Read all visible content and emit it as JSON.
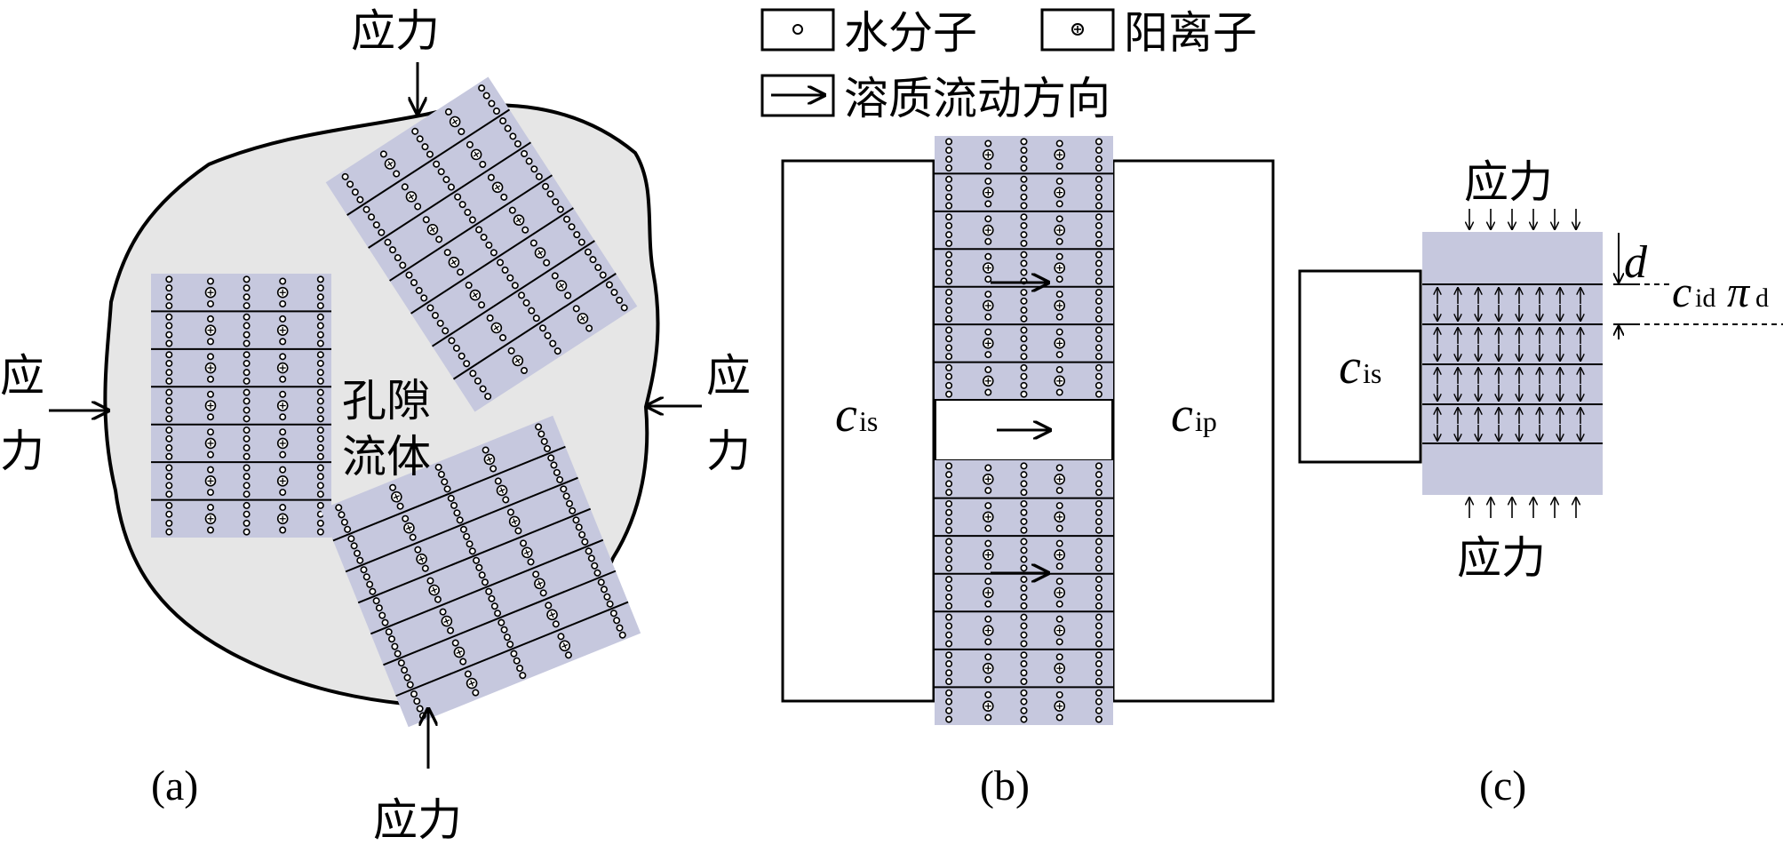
{
  "legend": {
    "water_molecule": "水分子",
    "cation": "阳离子",
    "solute_flow": "溶质流动方向"
  },
  "panel_a": {
    "stress_label": "应力",
    "pore_fluid_line1": "孔隙",
    "pore_fluid_line2": "流体",
    "caption": "(a)"
  },
  "panel_b": {
    "left_box": {
      "main": "c",
      "sub": "is"
    },
    "right_box": {
      "main": "c",
      "sub": "ip"
    },
    "caption": "(b)"
  },
  "panel_c": {
    "stress_top": "应力",
    "stress_bottom": "应力",
    "box": {
      "main": "c",
      "sub": "is"
    },
    "layer_thickness": "d",
    "layer_conc": {
      "main": "c",
      "sub": "id"
    },
    "layer_pressure": {
      "main": "π",
      "sub": "d"
    },
    "caption": "(c)"
  },
  "colors": {
    "clay": "#c6c8de",
    "rock": "#e6e6e6",
    "line": "#000000"
  }
}
